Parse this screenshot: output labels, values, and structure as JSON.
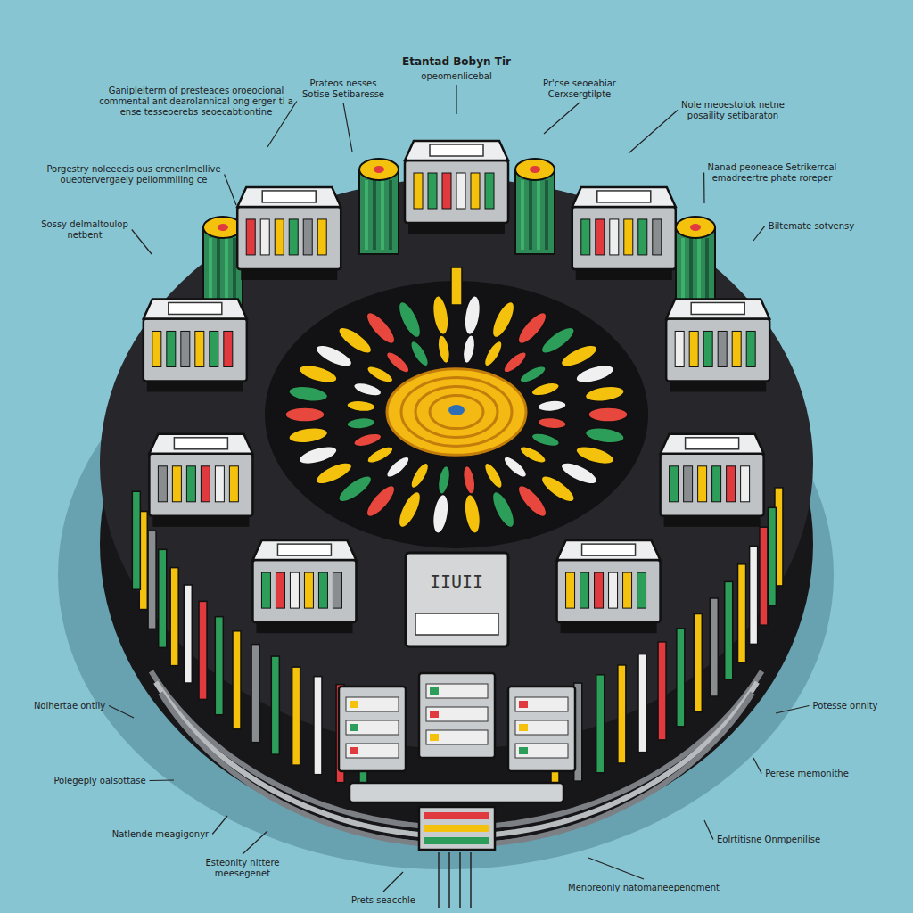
{
  "diagram": {
    "labels": [
      "Etantad Bobyn Tir",
      "opeomenlicebal",
      "Ganipleiterm of presteaces oroeocional commental ant dearolannical ong erger ti a ense tesseoerebs seoecabtiontine",
      "Prateos nesses Sotise Setibaresse",
      "Pr'cse seoeabiar Cerxsergtilpte",
      "Porgestry noleeecis ous ercnenlmellive oueotervergaely pellommiling ce",
      "Nole meoestolok netne posaility setibaraton",
      "Nanad peoneace Setrikerrcal emadreertre phate roreper",
      "Sossy delmaltoulop netbent",
      "Biltemate sotvensy",
      "IIUII",
      "Nolhertae ontily",
      "Potesse onnity",
      "Polegeply oalsottase",
      "Perese memonithe",
      "Natlende meagigonyr",
      "Eolrtitisne Onmpenilise",
      "Esteonity nittere meesegenet",
      "Menoreonly natomaneepengment",
      "Prets seacchle"
    ]
  }
}
